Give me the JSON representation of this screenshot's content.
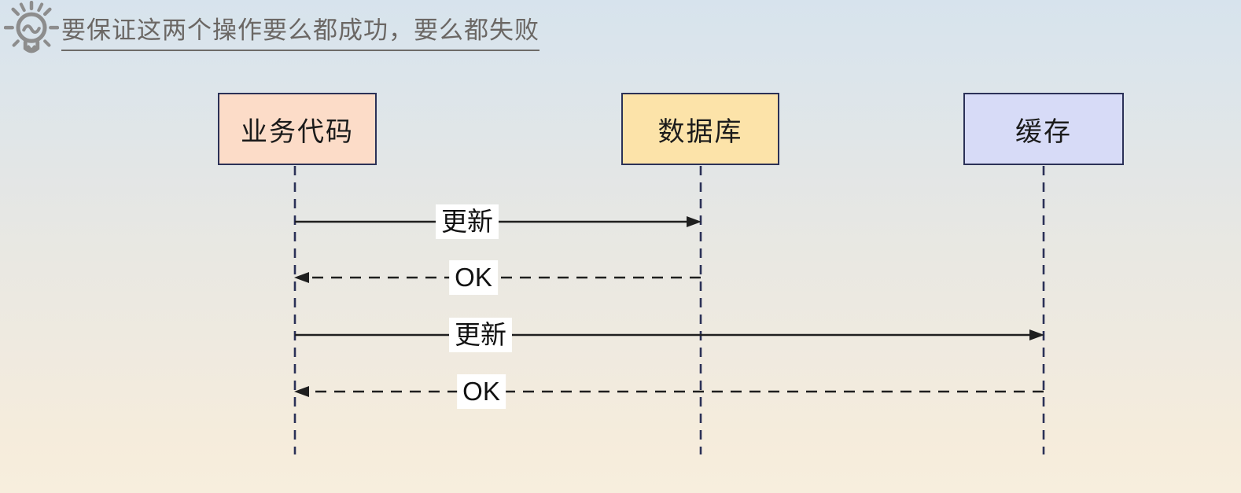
{
  "header": {
    "title": "要保证这两个操作要么都成功，要么都失败",
    "icon": "lightbulb-idea"
  },
  "actors": [
    {
      "label": "业务代码",
      "fill": "#fcdcc8"
    },
    {
      "label": "数据库",
      "fill": "#fce3a9"
    },
    {
      "label": "缓存",
      "fill": "#d7dbf7"
    }
  ],
  "messages": [
    {
      "label": "更新",
      "from": "业务代码",
      "to": "数据库",
      "line": "solid",
      "direction": "right"
    },
    {
      "label": "OK",
      "from": "数据库",
      "to": "业务代码",
      "line": "dashed",
      "direction": "left"
    },
    {
      "label": "更新",
      "from": "业务代码",
      "to": "缓存",
      "line": "solid",
      "direction": "right"
    },
    {
      "label": "OK",
      "from": "缓存",
      "to": "业务代码",
      "line": "dashed",
      "direction": "left"
    }
  ],
  "colors": {
    "background_top": "#d7e3ed",
    "background_bottom": "#f7eedd",
    "actor_border": "#2b3157",
    "lifeline": "#2b3157",
    "arrow": "#1f1f1f",
    "title_text": "#6b6764",
    "label_background": "#ffffff",
    "icon_gray": "#8d8d8d"
  }
}
